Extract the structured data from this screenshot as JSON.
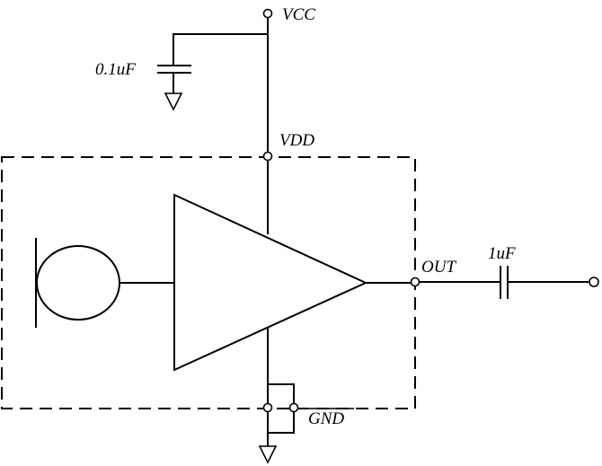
{
  "labels": {
    "vcc": "VCC",
    "vdd": "VDD",
    "out": "OUT",
    "gnd": "GND",
    "bypass_cap": "0.1uF",
    "coupling_cap": "1uF"
  }
}
